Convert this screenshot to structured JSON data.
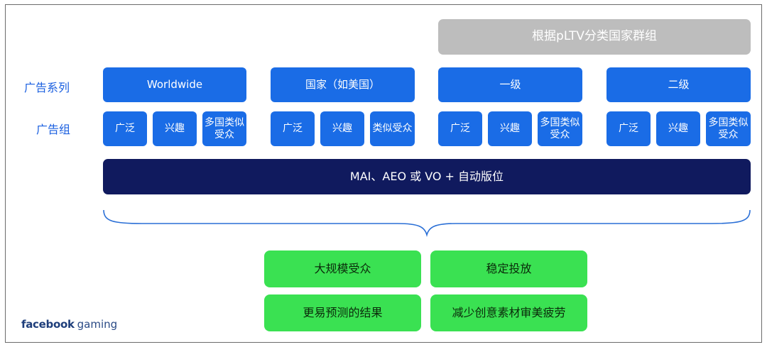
{
  "header": {
    "grouping_label": "根据pLTV分类国家群组"
  },
  "row_labels": {
    "campaign": "广告系列",
    "adgroup": "广告组"
  },
  "campaigns": [
    {
      "label": "Worldwide",
      "adgroups": [
        "广泛",
        "兴趣",
        "多国类似受众"
      ]
    },
    {
      "label": "国家（如美国）",
      "adgroups": [
        "广泛",
        "兴趣",
        "类似受众"
      ]
    },
    {
      "label": "一级",
      "adgroups": [
        "广泛",
        "兴趣",
        "多国类似受众"
      ]
    },
    {
      "label": "二级",
      "adgroups": [
        "广泛",
        "兴趣",
        "多国类似受众"
      ]
    }
  ],
  "bidding_bar": {
    "label": "MAI、AEO 或 VO + 自动版位"
  },
  "outcomes": [
    "大规模受众",
    "稳定投放",
    "更易预测的结果",
    "减少创意素材审美疲劳"
  ],
  "logo": {
    "brand": "facebook",
    "product": "gaming"
  },
  "colors": {
    "blue": "#1a6ce6",
    "navy": "#101a5e",
    "green": "#3ae152",
    "gray": "#bdbdbd",
    "label_blue": "#1a5fe0"
  }
}
